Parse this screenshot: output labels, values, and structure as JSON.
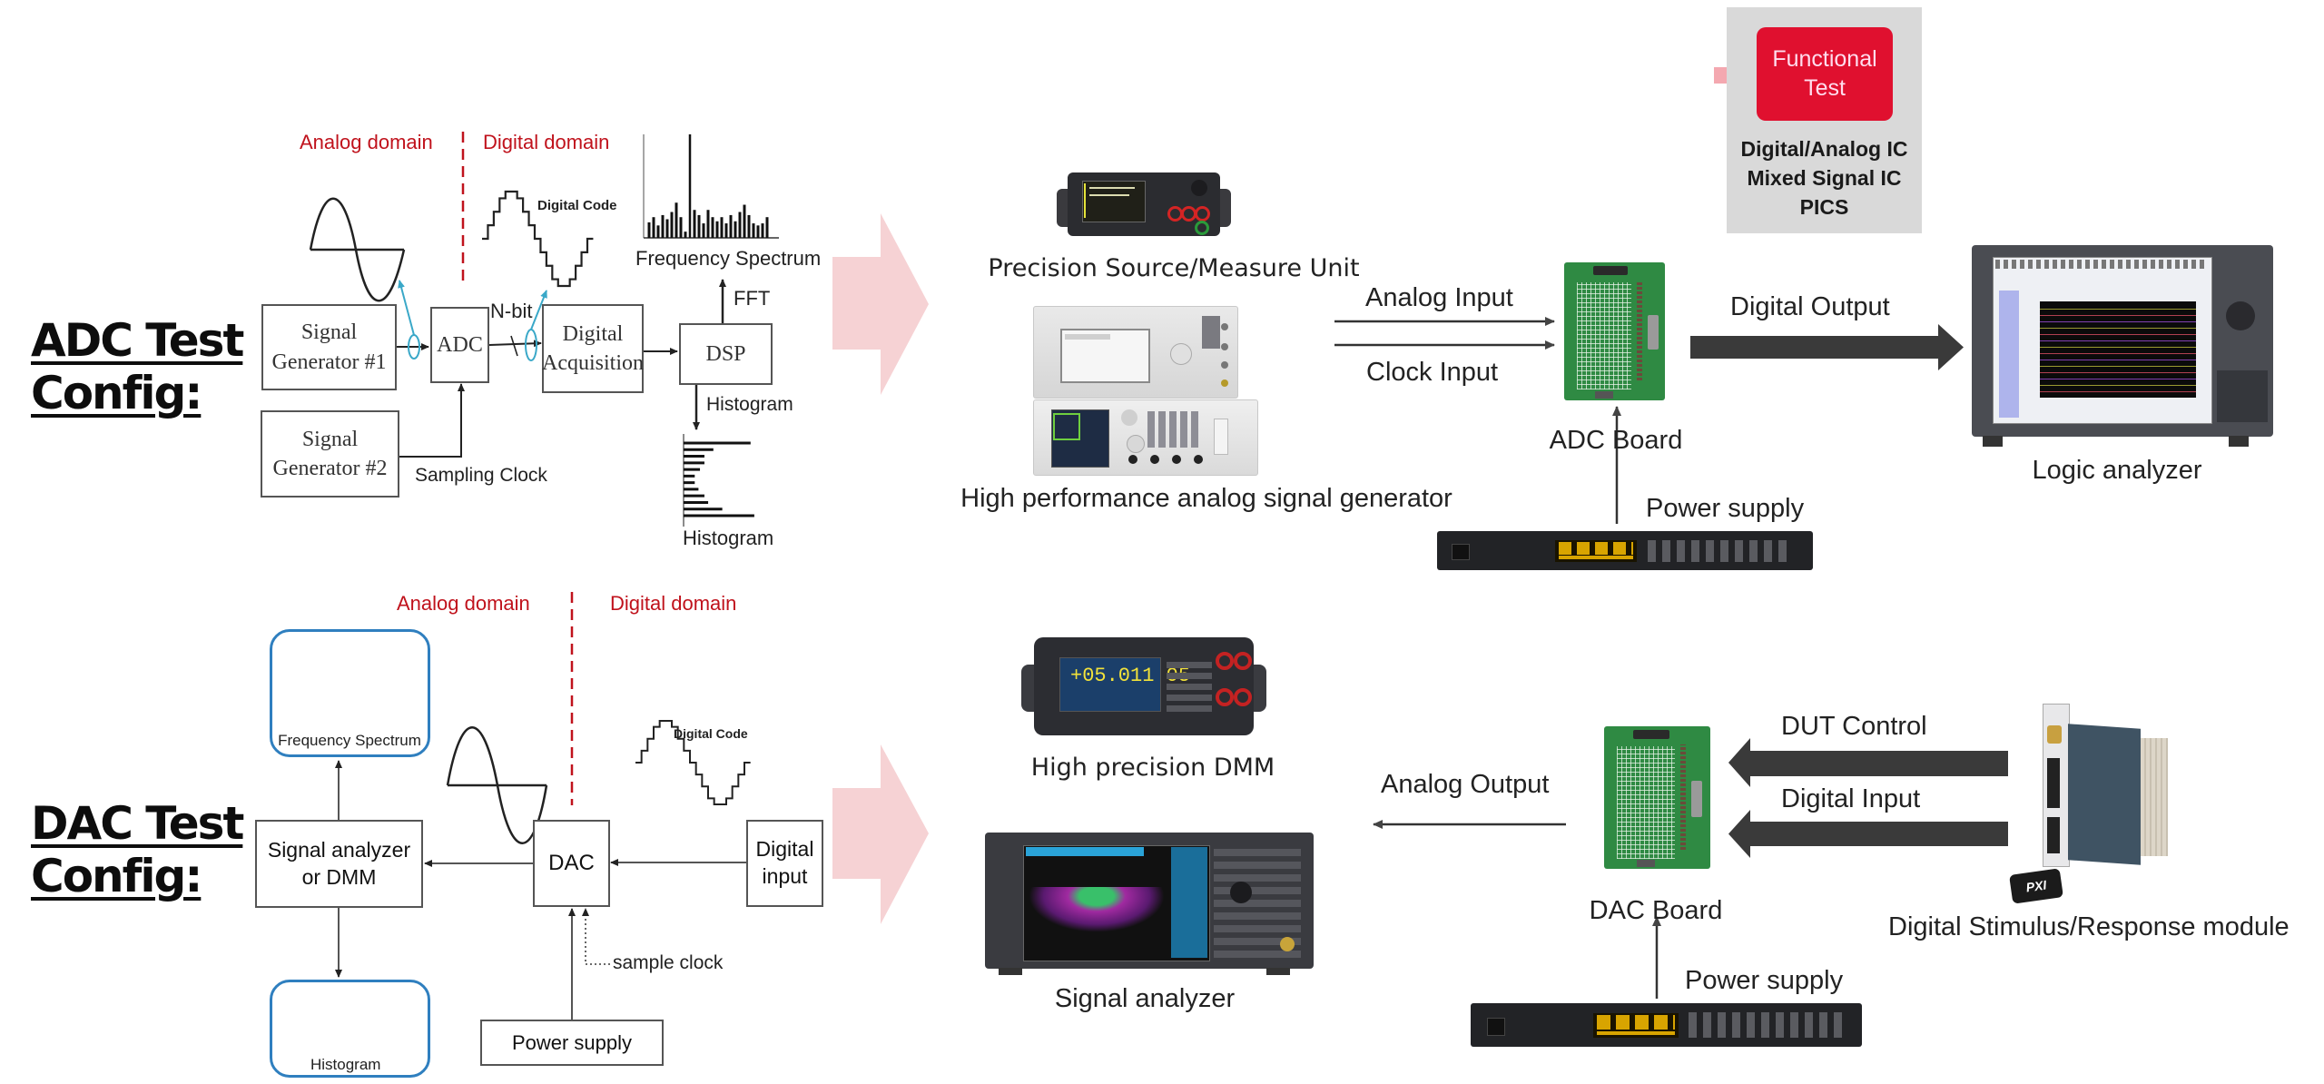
{
  "colors": {
    "domain_red": "#c0121c",
    "link_blue": "#3aa8c8",
    "panel_blue": "#2f7fbf",
    "pink_arrow": "#f6d2d4",
    "dark_arrow": "#3a3a3a",
    "functional_red": "#e0102f",
    "functional_grey": "#d9d9d9",
    "pcb_green": "#2f8a43"
  },
  "adc_section": {
    "title_line1": "ADC Test",
    "title_line2": "Config:",
    "diagram": {
      "analog_domain": "Analog domain",
      "digital_domain": "Digital domain",
      "digital_code": "Digital Code",
      "signal_generator_1": [
        "Signal",
        "Generator #1"
      ],
      "signal_generator_2": [
        "Signal",
        "Generator #2"
      ],
      "adc": "ADC",
      "n_bit": "N-bit",
      "digital_acquisition": [
        "Digital",
        "Acquisition"
      ],
      "dsp": "DSP",
      "fft": "FFT",
      "histogram_arrow": "Histogram",
      "sampling_clock": "Sampling Clock",
      "frequency_spectrum": "Frequency Spectrum",
      "histogram": "Histogram"
    },
    "equipment": {
      "smu_label": "Precision Source/Measure Unit",
      "siggen_label": "High performance analog signal generator",
      "analog_input": "Analog Input",
      "clock_input": "Clock Input",
      "board_label": "ADC Board",
      "power_supply": "Power supply",
      "digital_output": "Digital Output",
      "logic_analyzer": "Logic analyzer"
    }
  },
  "dac_section": {
    "title_line1": "DAC Test",
    "title_line2": "Config:",
    "diagram": {
      "analog_domain": "Analog domain",
      "digital_domain": "Digital domain",
      "digital_code": "Digital Code",
      "frequency_spectrum": "Frequency Spectrum",
      "histogram": "Histogram",
      "signal_analyzer": [
        "Signal analyzer",
        "or DMM"
      ],
      "dac": "DAC",
      "digital_input": [
        "Digital",
        "input"
      ],
      "sample_clock": "sample clock",
      "power_supply": "Power supply"
    },
    "equipment": {
      "dmm_label": "High precision DMM",
      "dmm_reading": "+05.011 05",
      "signal_analyzer_label": "Signal analyzer",
      "analog_output": "Analog Output",
      "board_label": "DAC Board",
      "dut_control": "DUT Control",
      "digital_input": "Digital Input",
      "power_supply": "Power supply",
      "stimulus_module": "Digital Stimulus/Response module",
      "pxi_badge": "PXI"
    }
  },
  "functional_test": {
    "badge": [
      "Functional",
      "Test"
    ],
    "lines": [
      "Digital/Analog IC",
      "Mixed Signal IC",
      "PICS"
    ]
  }
}
